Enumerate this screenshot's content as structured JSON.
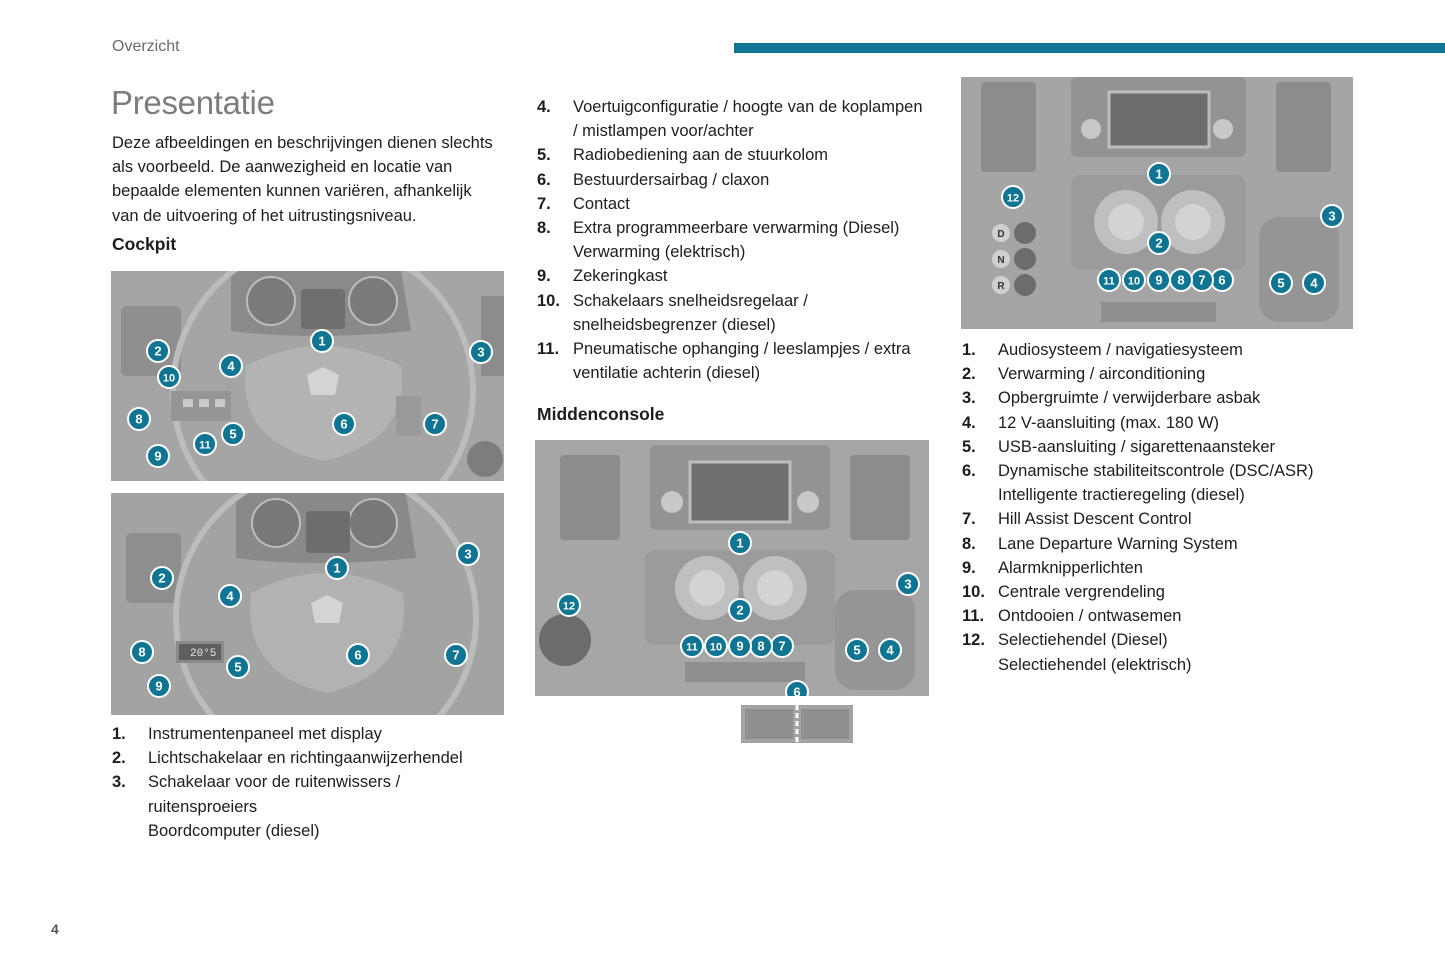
{
  "header": {
    "section": "Overzicht",
    "page_number": "4",
    "accent_color": "#0f7593"
  },
  "title": "Presentatie",
  "intro": [
    "Deze afbeeldingen en beschrijvingen dienen slechts",
    "als voorbeeld. De aanwezigheid en locatie van",
    "bepaalde elementen kunnen variëren, afhankelijk",
    "van de uitvoering of het uitrustingsniveau."
  ],
  "cockpit": {
    "heading": "Cockpit",
    "items": [
      {
        "num": "1.",
        "lines": [
          "Instrumentenpaneel met display"
        ]
      },
      {
        "num": "2.",
        "lines": [
          "Lichtschakelaar en richtingaanwijzerhendel"
        ]
      },
      {
        "num": "3.",
        "lines": [
          "Schakelaar voor de ruitenwissers /",
          "ruitensproeiers",
          "Boordcomputer (diesel)"
        ]
      },
      {
        "num": "4.",
        "lines": [
          "Voertuigconfiguratie / hoogte van de koplampen",
          "/ mistlampen voor/achter"
        ]
      },
      {
        "num": "5.",
        "lines": [
          "Radiobediening aan de stuurkolom"
        ]
      },
      {
        "num": "6.",
        "lines": [
          "Bestuurdersairbag / claxon"
        ]
      },
      {
        "num": "7.",
        "lines": [
          "Contact"
        ]
      },
      {
        "num": "8.",
        "lines": [
          "Extra programmeerbare verwarming (Diesel)",
          "Verwarming (elektrisch)"
        ]
      },
      {
        "num": "9.",
        "lines": [
          "Zekeringkast"
        ]
      },
      {
        "num": "10.",
        "lines": [
          "Schakelaars snelheidsregelaar /",
          "snelheidsbegrenzer (diesel)"
        ]
      },
      {
        "num": "11.",
        "lines": [
          "Pneumatische ophanging / leeslampjes / extra",
          "ventilatie achterin (diesel)"
        ]
      }
    ]
  },
  "middenconsole": {
    "heading": "Middenconsole",
    "items": [
      {
        "num": "1.",
        "lines": [
          "Audiosysteem / navigatiesysteem"
        ]
      },
      {
        "num": "2.",
        "lines": [
          "Verwarming / airconditioning"
        ]
      },
      {
        "num": "3.",
        "lines": [
          "Opbergruimte / verwijderbare asbak"
        ]
      },
      {
        "num": "4.",
        "lines": [
          "12 V-aansluiting (max. 180 W)"
        ]
      },
      {
        "num": "5.",
        "lines": [
          "USB-aansluiting / sigarettenaansteker"
        ]
      },
      {
        "num": "6.",
        "lines": [
          "Dynamische stabiliteitscontrole (DSC/ASR)",
          "Intelligente tractieregeling (diesel)"
        ]
      },
      {
        "num": "7.",
        "lines": [
          "Hill Assist Descent Control"
        ]
      },
      {
        "num": "8.",
        "lines": [
          "Lane Departure Warning System"
        ]
      },
      {
        "num": "9.",
        "lines": [
          "Alarmknipperlichten"
        ]
      },
      {
        "num": "10.",
        "lines": [
          "Centrale vergrendeling"
        ]
      },
      {
        "num": "11.",
        "lines": [
          "Ontdooien / ontwasemen"
        ]
      },
      {
        "num": "12.",
        "lines": [
          "Selectiehendel (Diesel)",
          "Selectiehendel (elektrisch)"
        ]
      }
    ]
  },
  "figures": {
    "cockpit_top": {
      "callouts": [
        "1",
        "2",
        "3",
        "4",
        "5",
        "6",
        "7",
        "8",
        "9",
        "10",
        "11"
      ]
    },
    "cockpit_bottom": {
      "callouts": [
        "1",
        "2",
        "3",
        "4",
        "5",
        "6",
        "7",
        "8",
        "9"
      ],
      "display_text": "20°5"
    },
    "console_a": {
      "callouts": [
        "1",
        "2",
        "3",
        "4",
        "5",
        "6",
        "7",
        "8",
        "9",
        "10",
        "11",
        "12"
      ]
    },
    "console_b": {
      "callouts": [
        "1",
        "2",
        "3",
        "4",
        "5",
        "6",
        "7",
        "8",
        "9",
        "10",
        "11",
        "12"
      ],
      "gear_labels": [
        "D",
        "N",
        "R"
      ]
    }
  }
}
